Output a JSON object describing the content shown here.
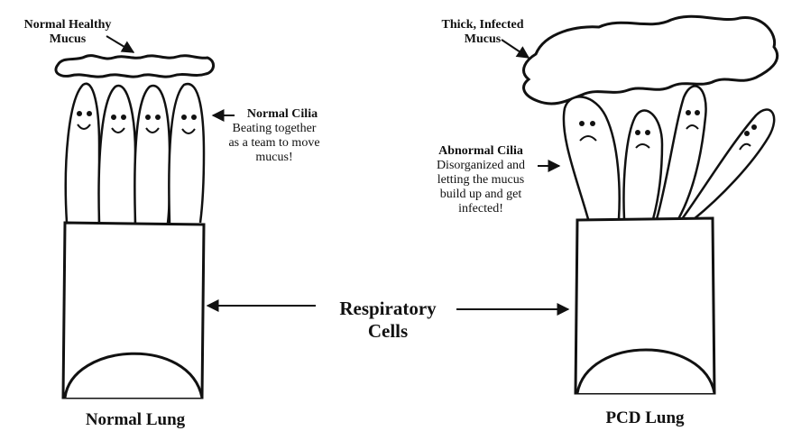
{
  "normal": {
    "mucus_label_line1": "Normal Healthy",
    "mucus_label_line2": "Mucus",
    "cilia_title": "Normal Cilia",
    "cilia_desc_line1": "Beating together",
    "cilia_desc_line2": "as a team to move",
    "cilia_desc_line3": "mucus!",
    "caption": "Normal Lung"
  },
  "pcd": {
    "mucus_label_line1": "Thick, Infected",
    "mucus_label_line2": "Mucus",
    "cilia_title": "Abnormal Cilia",
    "cilia_desc_line1": "Disorganized and",
    "cilia_desc_line2": "letting the mucus",
    "cilia_desc_line3": "build up and get",
    "cilia_desc_line4": "infected!",
    "caption": "PCD Lung"
  },
  "center": {
    "line1": "Respiratory",
    "line2": "Cells"
  },
  "colors": {
    "ink": "#111111",
    "background": "#ffffff"
  }
}
